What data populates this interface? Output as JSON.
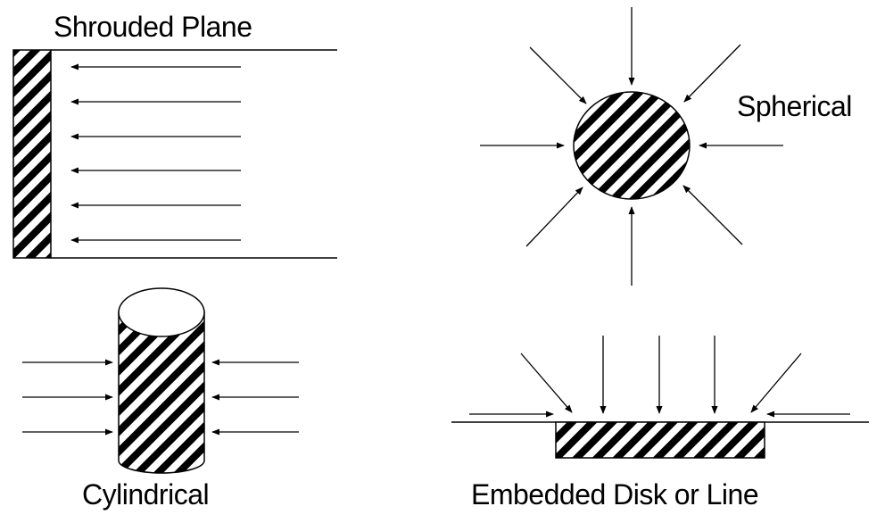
{
  "labels": {
    "shrouded_plane": "Shrouded Plane",
    "spherical": "Spherical",
    "cylindrical": "Cylindrical",
    "embedded": "Embedded Disk or Line"
  },
  "colors": {
    "stroke": "#000000",
    "background": "#ffffff"
  },
  "hatch": {
    "style": "diagonal-stripes"
  }
}
